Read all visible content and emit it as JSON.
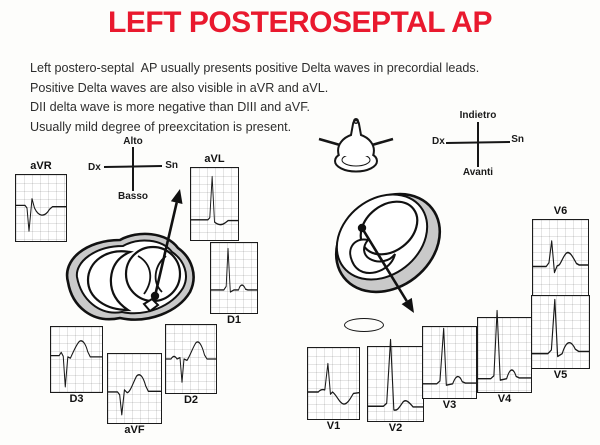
{
  "slide": {
    "title": "LEFT POSTEROSEPTAL AP",
    "description_lines": [
      "Left postero-septal  AP usually presents positive Delta waves in precordial leads.",
      "Positive Delta waves are also visible in aVR and aVL.",
      "DII delta wave is more negative than DIII and aVF.",
      "Usually mild degree of preexcitation is present."
    ]
  },
  "colors": {
    "title_red": "#e9192e",
    "ink": "#1b1b1b",
    "muscle_gray": "#c9c9c9"
  },
  "frontal_view": {
    "compass": {
      "top": "Alto",
      "left": "Dx",
      "right": "Sn",
      "bottom": "Basso"
    },
    "leads": {
      "avr": "aVR",
      "avl": "aVL",
      "d1": "D1",
      "d3": "D3",
      "avf": "aVF",
      "d2": "D2"
    }
  },
  "axial_view": {
    "compass": {
      "top": "Indietro",
      "left": "Dx",
      "right": "Sn",
      "bottom": "Avanti"
    },
    "leads": {
      "v1": "V1",
      "v2": "V2",
      "v3": "V3",
      "v4": "V4",
      "v5": "V5",
      "v6": "V6"
    }
  }
}
